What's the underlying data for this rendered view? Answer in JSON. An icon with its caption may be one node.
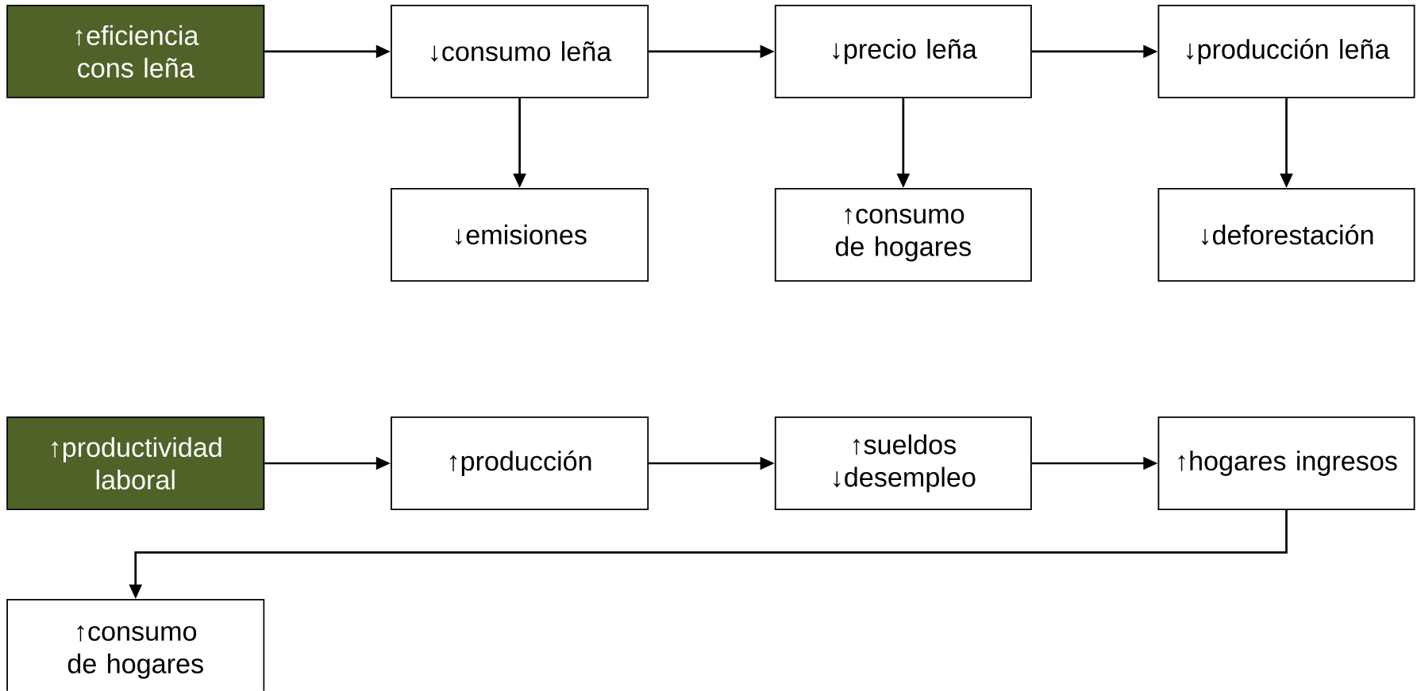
{
  "diagram": {
    "nodes": [
      {
        "text": [
          "↑eficiencia cons leña"
        ]
      },
      {
        "text": [
          "↓consumo leña"
        ]
      },
      {
        "text": [
          "↓precio leña"
        ]
      },
      {
        "text": [
          "↓producción leña"
        ]
      },
      {
        "text": [
          "↓emisiones"
        ]
      },
      {
        "text": [
          "↑consumo de hogares"
        ]
      },
      {
        "text": [
          "↓deforestación"
        ]
      },
      {
        "text": [
          "↑productividad laboral"
        ]
      },
      {
        "text": [
          "↑producción"
        ]
      },
      {
        "text": [
          "↑sueldos",
          "↓desempleo"
        ]
      },
      {
        "text": [
          "↑hogares ingresos"
        ]
      },
      {
        "text": [
          "↑consumo de hogares"
        ]
      }
    ],
    "edges": [
      {
        "from": 0,
        "to": 1,
        "arrow": "to"
      },
      {
        "from": 1,
        "to": 2,
        "arrow": "to"
      },
      {
        "from": 2,
        "to": 3,
        "arrow": "to"
      },
      {
        "from": 1,
        "to": 4,
        "arrow": "to"
      },
      {
        "from": 2,
        "to": 5,
        "arrow": "to"
      },
      {
        "from": 3,
        "to": 6,
        "arrow": "to"
      },
      {
        "from": 7,
        "to": 8,
        "arrow": "to"
      },
      {
        "from": 8,
        "to": 9,
        "arrow": "to"
      },
      {
        "from": 9,
        "to": 10,
        "arrow": "to"
      },
      {
        "from": 10,
        "to": 11,
        "arrow": "to"
      }
    ]
  }
}
